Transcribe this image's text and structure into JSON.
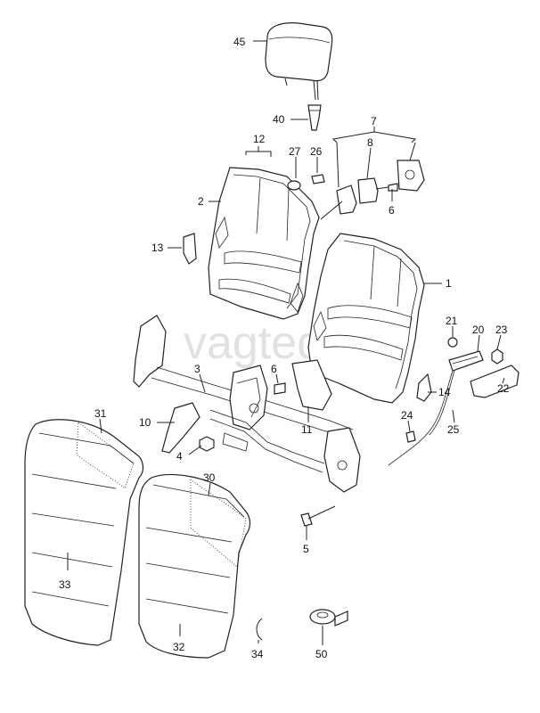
{
  "watermark": "vagteq.ru",
  "callouts": {
    "c45": "45",
    "c40": "40",
    "c7": "7",
    "c12": "12",
    "c8": "8",
    "c27": "27",
    "c26": "26",
    "c2": "2",
    "c6a": "6",
    "c13": "13",
    "c1": "1",
    "c21": "21",
    "c20": "20",
    "c23": "23",
    "c3": "3",
    "c6b": "6",
    "c14": "14",
    "c22": "22",
    "c10": "10",
    "c11": "11",
    "c24": "24",
    "c25": "25",
    "c31": "31",
    "c4": "4",
    "c30": "30",
    "c5": "5",
    "c33": "33",
    "c32": "32",
    "c34": "34",
    "c50": "50"
  }
}
